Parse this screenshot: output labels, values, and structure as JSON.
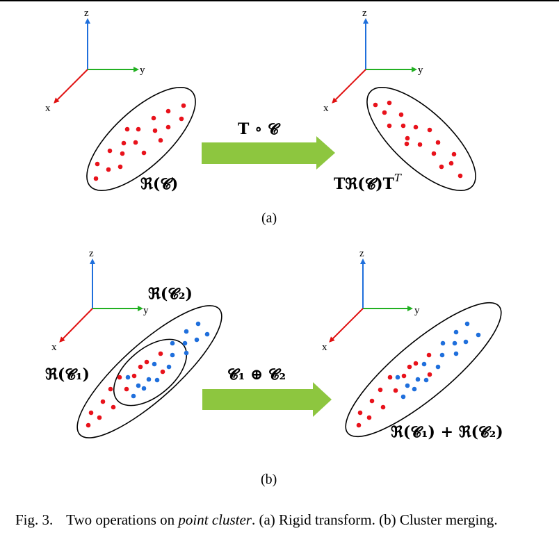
{
  "axes": {
    "x": "x",
    "y": "y",
    "z": "z"
  },
  "panel_a": {
    "operator": "T ∘ 𝓒",
    "left_ellipse_label": "ℜ(𝓒)",
    "right_ellipse_label_main": "Tℜ(𝓒)T",
    "right_ellipse_label_sup": "T",
    "label": "(a)"
  },
  "panel_b": {
    "cluster2_label": "ℜ(𝓒₂)",
    "cluster1_label": "ℜ(𝓒₁)",
    "operator": "𝓒₁ ⊕ 𝓒₂",
    "merged_label": "ℜ(𝓒₁) + ℜ(𝓒₂)",
    "label": "(b)"
  },
  "caption": {
    "label": "Fig. 3.",
    "text_before": "Two operations on ",
    "text_emph": "point cluster",
    "text_after": ". (a) Rigid transform. (b) Cluster merging."
  },
  "colors": {
    "point_red": "#e8121b",
    "point_blue": "#1f6fdc",
    "arrow_green": "#8dc63f",
    "axis_x": "#e01010",
    "axis_y": "#22b022",
    "axis_z": "#1f6fdc"
  }
}
